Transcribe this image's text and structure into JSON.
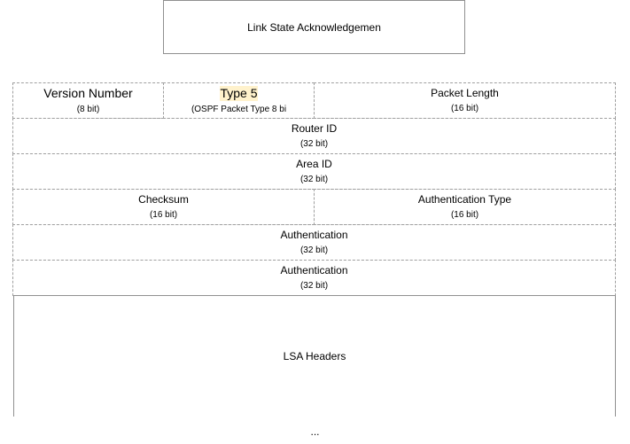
{
  "title": "Link State Acknowledgemen",
  "rows": [
    [
      {
        "name": "Version Number",
        "bits": "(8 bit)"
      },
      {
        "name": "Type 5",
        "bits": "(OSPF Packet Type 8 bi"
      },
      {
        "name": "Packet Length",
        "bits": "(16 bit)"
      }
    ],
    [
      {
        "name": "Router ID",
        "bits": "(32 bit)"
      }
    ],
    [
      {
        "name": "Area ID",
        "bits": "(32 bit)"
      }
    ],
    [
      {
        "name": "Checksum",
        "bits": "(16 bit)"
      },
      {
        "name": "Authentication Type",
        "bits": "(16 bit)"
      }
    ],
    [
      {
        "name": "Authentication",
        "bits": "(32 bit)"
      }
    ],
    [
      {
        "name": "Authentication",
        "bits": "(32 bit)"
      }
    ]
  ],
  "lsa_headers": "LSA Headers",
  "ellipsis": "...",
  "colors": {
    "highlight": "#fff2cc",
    "dashed_border": "#a0a0a0",
    "solid_border": "#909090"
  }
}
